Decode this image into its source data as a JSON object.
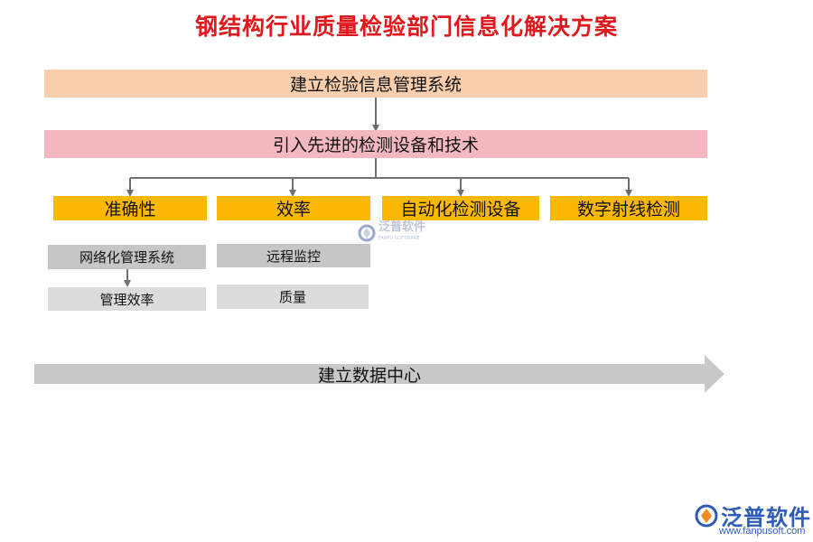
{
  "title": "钢结构行业质量检验部门信息化解决方案",
  "top_box": "建立检验信息管理系统",
  "second_box": "引入先进的检测设备和技术",
  "categories": [
    "准确性",
    "效率",
    "自动化检测设备",
    "数字射线检测"
  ],
  "accuracy_items": [
    "网络化管理系统",
    "管理效率"
  ],
  "efficiency_items": [
    "远程监控",
    "质量"
  ],
  "bottom_arrow": "建立数据中心",
  "watermark": {
    "text": "泛普软件",
    "sub": "FANPU SOFTWARE"
  },
  "logo": {
    "name": "泛普软件",
    "url": "www.fanpusoft.com"
  },
  "colors": {
    "title": "#e0191d",
    "top_box": "#f8ceac",
    "second_box": "#f4b8c0",
    "category": "#fbb800",
    "accuracy_item_1": "#c6c6c6",
    "accuracy_item_2": "#dcdcdc",
    "efficiency_item_1": "#c6c6c6",
    "efficiency_item_2": "#dcdcdc",
    "bottom_arrow": "#c8c8c8",
    "connector": "#707070"
  }
}
